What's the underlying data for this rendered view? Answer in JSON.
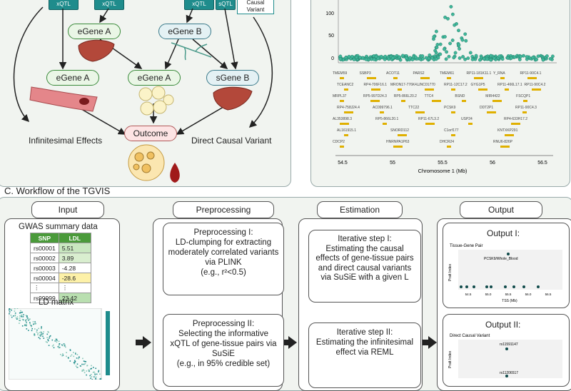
{
  "panel_a": {
    "xqtl_labels": [
      "xQTL",
      "xQTL",
      "xQTL",
      "sQTL"
    ],
    "causal_variant": "Causal Variant",
    "egene_a_top": "eGene A",
    "egene_b_top": "eGene B",
    "egene_a_left": "eGene A",
    "egene_a_mid": "eGene A",
    "sgene_b": "sGene B",
    "infinitesimal": "Infinitesimal Effects",
    "direct_causal": "Direct Causal Variant",
    "outcome": "Outcome"
  },
  "panel_b": {
    "y_ticks": [
      "100",
      "50",
      "0"
    ],
    "x_ticks": [
      "54.5",
      "55",
      "55.5",
      "56",
      "56.5"
    ],
    "x_label": "Chromosome 1 (Mb)",
    "genes": [
      {
        "name": "TMEM59"
      },
      {
        "name": "SSBP3"
      },
      {
        "name": "ACOT11"
      },
      {
        "name": "PARS2"
      },
      {
        "name": "TMEM61"
      },
      {
        "name": "RP11-181K11.1"
      },
      {
        "name": "Y_RNA"
      },
      {
        "name": "RP11-90C4.1"
      },
      {
        "name": "TCEANC2"
      },
      {
        "name": "RP4-706F16.1"
      },
      {
        "name": "MRON17-776K4..."
      },
      {
        "name": "LINC01770"
      },
      {
        "name": "RP11-12C17.2"
      },
      {
        "name": "GYG1P5"
      },
      {
        "name": "RP11-466L17.1"
      },
      {
        "name": "RP11-90C4.2"
      },
      {
        "name": "MRPL37"
      },
      {
        "name": "RP5-997D24.3"
      },
      {
        "name": "RP5-866L20.2"
      },
      {
        "name": "TTC4"
      },
      {
        "name": "BSND"
      },
      {
        "name": "MIR4422"
      },
      {
        "name": "FSCQP1"
      },
      {
        "name": "RP4-758J24.4"
      },
      {
        "name": "AC099796.1"
      },
      {
        "name": "TTC22"
      },
      {
        "name": "PCSK9"
      },
      {
        "name": "DDT2P1"
      },
      {
        "name": "RP11-90C4.3"
      },
      {
        "name": "AL353898.3"
      },
      {
        "name": "RP5-866L20.1"
      },
      {
        "name": "RP11-67L3.2"
      },
      {
        "name": "USP24"
      },
      {
        "name": "RP4-633H17.2"
      },
      {
        "name": "AL161915.1"
      },
      {
        "name": "SNORD112"
      },
      {
        "name": "C1orf177"
      },
      {
        "name": "KNTXKP291"
      },
      {
        "name": "CDCP2"
      },
      {
        "name": "HNRNPA1P63"
      },
      {
        "name": "DHCR24"
      },
      {
        "name": "RNU6-826P"
      }
    ]
  },
  "panel_c": {
    "title": "C. Workflow of the TGVIS",
    "input": {
      "header": "Input",
      "gwas_title": "GWAS summary data",
      "col_snp": "SNP",
      "col_ldl": "LDL",
      "rows": [
        {
          "snp": "rs00001",
          "ldl": "5.51",
          "color": "#c9e7c0"
        },
        {
          "snp": "rs00002",
          "ldl": "3.89",
          "color": "#d9eecf"
        },
        {
          "snp": "rs00003",
          "ldl": "-4.28",
          "color": "#ffffff"
        },
        {
          "snp": "rs00004",
          "ldl": "-28.6",
          "color": "#fdf1a8"
        },
        {
          "snp": "⋮",
          "ldl": "⋮",
          "color": "#ffffff"
        },
        {
          "snp": "rs99999",
          "ldl": "23.42",
          "color": "#b9dfb0"
        }
      ],
      "ld_title": "LD matrix"
    },
    "preprocessing": {
      "header": "Preprocessing",
      "step1_title": "Preprocessing I:",
      "step1_body": "LD-clumping for extracting moderately correlated variants via PLINK",
      "step1_eg": "(e.g., r²<0.5)",
      "step2_title": "Preprocessing II:",
      "step2_body": "Selecting the informative xQTL of gene-tissue pairs via SuSiE",
      "step2_eg": "(e.g., in 95% credible set)"
    },
    "estimation": {
      "header": "Estimation",
      "step1_title": "Iterative step I:",
      "step1_body": "Estimating the causal effects of gene-tissue pairs and direct causal variants via SuSiE with a given L",
      "step2_title": "Iterative step II:",
      "step2_body": "Estimating the infinitesimal effect via REML"
    },
    "output": {
      "header": "Output",
      "out1_title": "Output I:",
      "out1_plot_title": "Tissue-Gene Pair",
      "out1_point_label": "PCSK9/Whole_Blood",
      "out1_ylabel": "Pratt Index",
      "out1_xlabel": "TSS (Mb)",
      "out1_xticks": [
        "54.5",
        "55.0",
        "55.5",
        "56.0",
        "56.5"
      ],
      "out2_title": "Output II:",
      "out2_plot_title": "Direct Causal Variant",
      "out2_point1": "rs11591147",
      "out2_point2": "rs11206517",
      "out2_ylabel": "Pratt Index"
    }
  },
  "colors": {
    "teal": "#1f8c8c",
    "green_header": "#4a9a3a",
    "panel_bg": "#f1f4f0",
    "scatter": "#3fb79a"
  }
}
